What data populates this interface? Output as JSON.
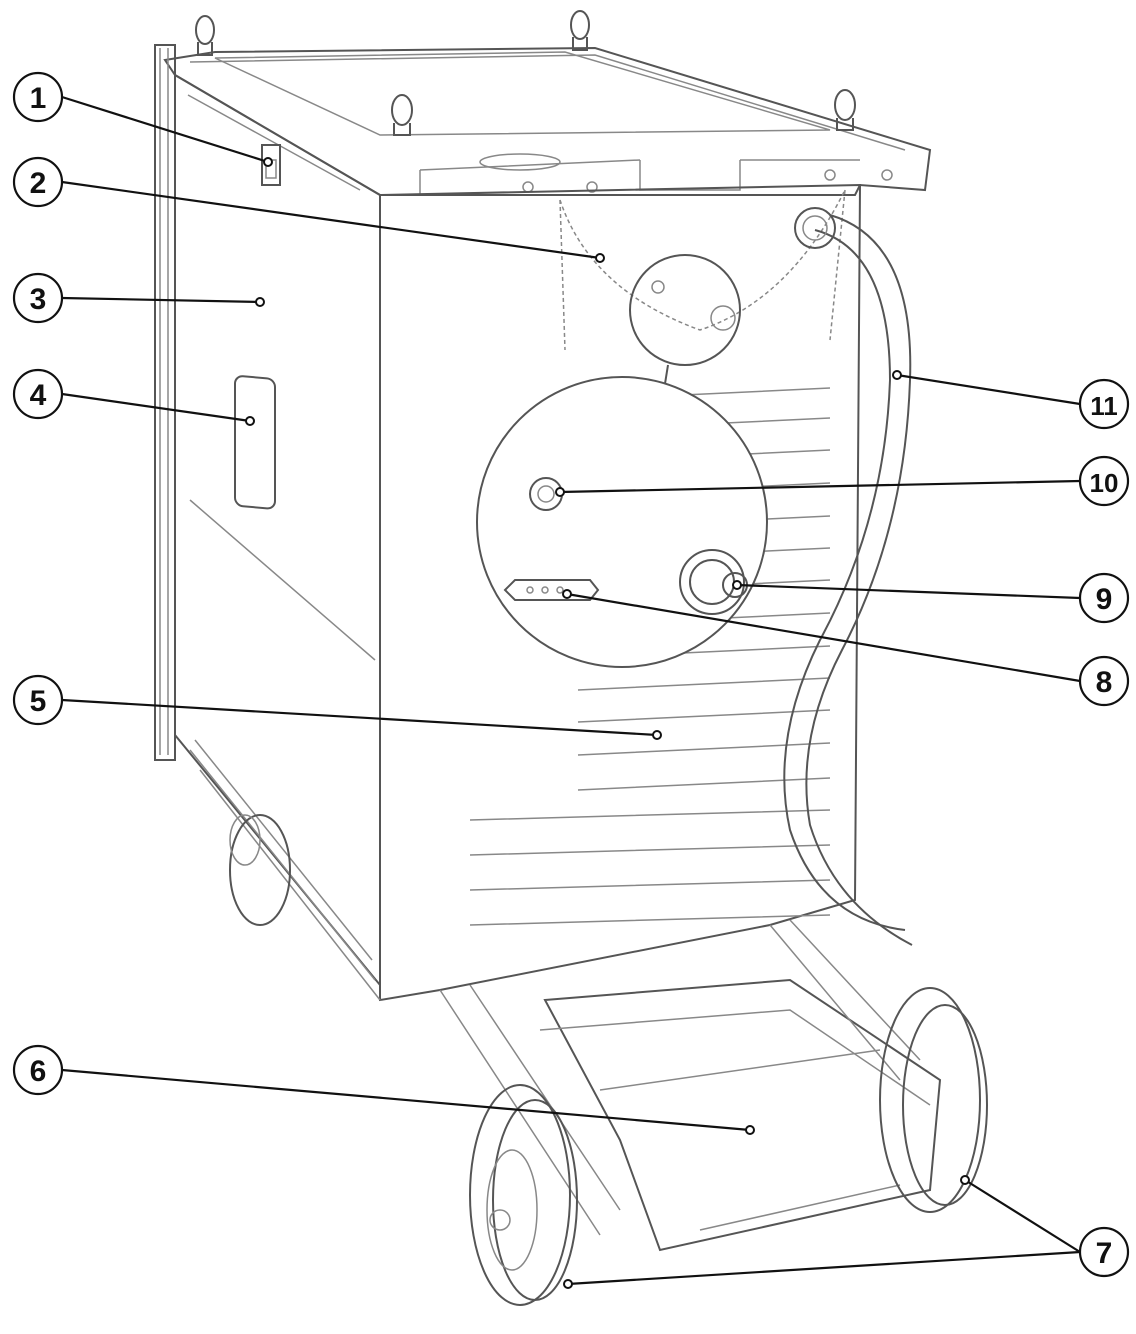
{
  "callouts": [
    {
      "id": "1",
      "label": "1"
    },
    {
      "id": "2",
      "label": "2"
    },
    {
      "id": "3",
      "label": "3"
    },
    {
      "id": "4",
      "label": "4"
    },
    {
      "id": "5",
      "label": "5"
    },
    {
      "id": "6",
      "label": "6"
    },
    {
      "id": "7",
      "label": "7"
    },
    {
      "id": "8",
      "label": "8"
    },
    {
      "id": "9",
      "label": "9"
    },
    {
      "id": "10",
      "label": "10"
    },
    {
      "id": "11",
      "label": "11"
    }
  ],
  "colors": {
    "line": "#555555",
    "light_line": "#888888",
    "callout_stroke": "#111111",
    "background": "#ffffff"
  }
}
